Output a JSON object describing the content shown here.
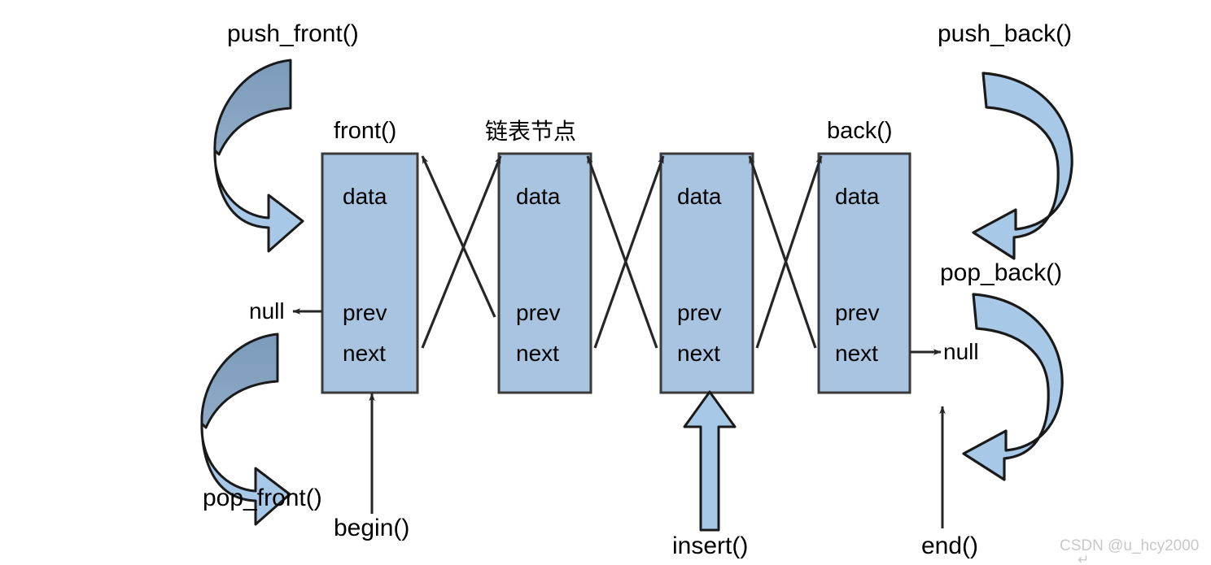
{
  "diagram": {
    "title": "Doubly linked list (std::list) operations diagram",
    "colors": {
      "node_fill": "#a8c4e0",
      "node_stroke": "#3b3b3b",
      "arrow_fill_light": "#a8c8e8",
      "arrow_fill_dark": "#7d9cbb",
      "arrow_stroke": "#1a1a1a",
      "connector_stroke": "#262626",
      "text": "#000000",
      "watermark": "#c8c8c8",
      "background": "#ffffff"
    },
    "nodes": [
      {
        "id": "node-1",
        "label": "front()",
        "fields": {
          "data": "data",
          "prev": "prev",
          "next": "next"
        }
      },
      {
        "id": "node-2",
        "label": "链表节点",
        "fields": {
          "data": "data",
          "prev": "prev",
          "next": "next"
        }
      },
      {
        "id": "node-3",
        "label": "",
        "fields": {
          "data": "data",
          "prev": "prev",
          "next": "next"
        }
      },
      {
        "id": "node-4",
        "label": "back()",
        "fields": {
          "data": "data",
          "prev": "prev",
          "next": "next"
        }
      }
    ],
    "terminators": [
      {
        "id": "null-left",
        "label": "null",
        "direction": "left"
      },
      {
        "id": "null-right",
        "label": "null",
        "direction": "right"
      }
    ],
    "operations": [
      {
        "id": "push-front",
        "label": "push_front()",
        "arrow": "curved-arrow-clockwise-down"
      },
      {
        "id": "push-back",
        "label": "push_back()",
        "arrow": "curved-arrow-counterclockwise-down"
      },
      {
        "id": "pop-front",
        "label": "pop_front()",
        "arrow": "curved-arrow-clockwise-down"
      },
      {
        "id": "pop-back",
        "label": "pop_back()",
        "arrow": "curved-arrow-counterclockwise-down"
      },
      {
        "id": "begin",
        "label": "begin()",
        "arrow": "thin-up-arrow"
      },
      {
        "id": "insert",
        "label": "insert()",
        "arrow": "thick-block-up-arrow"
      },
      {
        "id": "end",
        "label": "end()",
        "arrow": "thin-up-arrow"
      }
    ],
    "watermark": {
      "text": "CSDN @u_hcy2000",
      "glyph": "↵"
    }
  }
}
